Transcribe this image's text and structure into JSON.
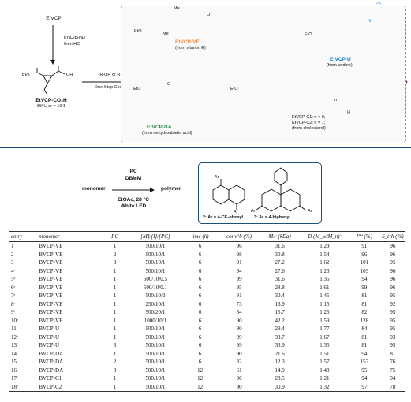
{
  "scheme": {
    "start_label": "EtVCP",
    "reagent_step1_line1": "KOH/EtOH",
    "reagent_step1_line2": "then HCl",
    "acid_label": "EtVCP-CO₂H",
    "acid_yield": "85%, dr = 10:1",
    "coupling_line1": "R-OH or R-Br",
    "coupling_line2": "One-Step Coupling",
    "products": [
      {
        "label": "EtVCP-VE",
        "from": "(from vitamin E)"
      },
      {
        "label": "EtVCP-U",
        "from": "(from uridine)"
      },
      {
        "label": "EtVCP-DA",
        "from": "(from dehydroabietic acid)"
      },
      {
        "label_c1": "EtVCP-C1: n = 0;",
        "label_c2": "EtVCP-C2: n = 1;",
        "from": "(from cholesterol)"
      }
    ],
    "atom_labels": {
      "eto": "EtO",
      "o": "O",
      "me": "Me",
      "ph": "Ph",
      "n": "N",
      "h": "H",
      "oh": "OH",
      "n_sub": "n"
    }
  },
  "reaction": {
    "monomer": "monomer",
    "pc": "PC",
    "dbmm": "DBMM",
    "conditions1": "EtOAc, 28 °C",
    "conditions2": "White LED",
    "product": "polymer",
    "pc2_label": "2: Ar = 4-CF₃phenyl",
    "pc3_label": "3: Ar = 4-biphenyl",
    "ar": "Ar"
  },
  "table": {
    "headers": [
      "entry",
      "monomer",
      "PC",
      "[M]/[I]/[PC]",
      "time (h)",
      "conv^b (%)",
      "Mₙᶜ (kDa)",
      "Đ (M_w/M_n)ᶜ",
      "I*ᵈ (%)",
      "S_t^h (%)"
    ],
    "rows": [
      [
        "1",
        "BVCP-VE",
        "1",
        "500/10/1",
        "6",
        "96",
        "31.6",
        "1.29",
        "91",
        "96"
      ],
      [
        "2",
        "BVCP-VE",
        "2",
        "500/10/1",
        "6",
        "98",
        "30.8",
        "1.54",
        "96",
        "96"
      ],
      [
        "3",
        "BVCP-VE",
        "3",
        "500/10/1",
        "6",
        "91",
        "27.2",
        "1.62",
        "101",
        "95"
      ],
      [
        "4ᵉ",
        "BVCP-VE",
        "1",
        "500/10/1",
        "6",
        "94",
        "27.6",
        "1.23",
        "103",
        "96"
      ],
      [
        "5ᵉ",
        "BVCP-VE",
        "1",
        "500/10/0.5",
        "6",
        "99",
        "31.6",
        "1.35",
        "94",
        "96"
      ],
      [
        "6ᵉ",
        "BVCP-VE",
        "1",
        "500/10/0.1",
        "6",
        "95",
        "28.8",
        "1.61",
        "99",
        "96"
      ],
      [
        "7ᵉ",
        "BVCP-VE",
        "1",
        "500/10/2",
        "6",
        "91",
        "30.4",
        "1.45",
        "81",
        "95"
      ],
      [
        "8ᵉ",
        "BVCP-VE",
        "1",
        "250/10/1",
        "6",
        "73",
        "13.9",
        "1.15",
        "81",
        "92"
      ],
      [
        "9ᵉ",
        "BVCP-VE",
        "1",
        "500/20/1",
        "6",
        "84",
        "15.7",
        "1.25",
        "82",
        "95"
      ],
      [
        "10ᵉ",
        "BVCP-VE",
        "1",
        "1000/10/1",
        "6",
        "90",
        "42.2",
        "1.59",
        "128",
        "95"
      ],
      [
        "11",
        "BVCP-U",
        "1",
        "500/10/1",
        "6",
        "90",
        "29.4",
        "1.77",
        "84",
        "95"
      ],
      [
        "12ᵉ",
        "BVCP-U",
        "1",
        "500/10/1",
        "6",
        "99",
        "33.7",
        "1.67",
        "81",
        "93"
      ],
      [
        "13ᶠ",
        "BVCP-U",
        "3",
        "500/10/1",
        "6",
        "99",
        "33.9",
        "1.35",
        "81",
        "95"
      ],
      [
        "14",
        "BVCP-DA",
        "1",
        "500/10/1",
        "6",
        "90",
        "21.6",
        "1.51",
        "94",
        "81"
      ],
      [
        "15",
        "BVCP-DA",
        "2",
        "500/10/1",
        "6",
        "82",
        "12.3",
        "1.57",
        "153",
        "76"
      ],
      [
        "16",
        "BVCP-DA",
        "3",
        "500/10/1",
        "12",
        "61",
        "14.9",
        "1.48",
        "95",
        "75"
      ],
      [
        "17ᵉ",
        "BVCP-C1",
        "1",
        "500/10/1",
        "12",
        "96",
        "28.5",
        "1.21",
        "94",
        "94"
      ],
      [
        "18ᵉ",
        "BVCP-C2",
        "1",
        "500/10/1",
        "12",
        "90",
        "30.9",
        "1.32",
        "97",
        "78"
      ]
    ]
  },
  "colors": {
    "ve": "#f0883e",
    "u": "#1e73be",
    "da": "#2e8b57",
    "chol": "#8b1a1a",
    "frame": "#1f4e79"
  }
}
